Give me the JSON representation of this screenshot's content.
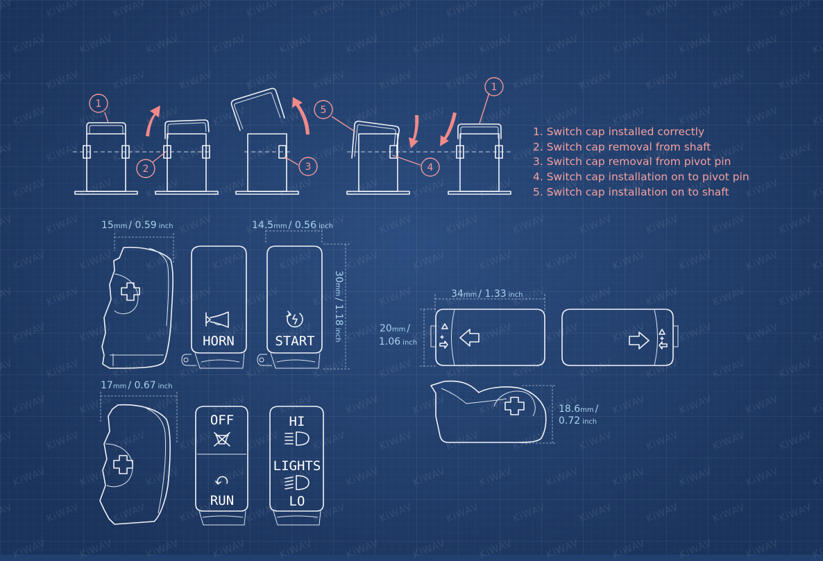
{
  "legend": [
    "1. Switch cap installed correctly",
    "2. Switch cap removal from shaft",
    "3. Switch cap removal from pivot pin",
    "4. Switch cap installation on to pivot pin",
    "5. Switch cap installation on to shaft"
  ],
  "callouts": {
    "c1a": "1",
    "c2": "2",
    "c3": "3",
    "c4": "4",
    "c5": "5",
    "c1b": "1"
  },
  "labels": {
    "horn": "HORN",
    "start": "START",
    "off": "OFF",
    "run": "RUN",
    "hi": "HI",
    "lights": "LIGHTS",
    "lo": "LO"
  },
  "dimensions": {
    "d15_val": "15",
    "d15_unit": "mm",
    "d15_in": "/ 0.59",
    "d15_inu": "inch",
    "d145_val": "14.5",
    "d145_unit": "mm",
    "d145_in": "/ 0.56",
    "d145_inu": "inch",
    "d30_val": "30",
    "d30_unit": "mm",
    "d30_in": "/ 1.18",
    "d30_inu": "inch",
    "d17_val": "17",
    "d17_unit": "mm",
    "d17_in": "/ 0.67",
    "d17_inu": "inch",
    "d34_val": "34",
    "d34_unit": "mm",
    "d34_in": "/ 1.33",
    "d34_inu": "inch",
    "d20_val": "20",
    "d20_unit": "mm",
    "d20_slash": "/",
    "d20_in": "1.06",
    "d20_inu": "inch",
    "d186_val": "18.6",
    "d186_unit": "mm",
    "d186_slash": "/",
    "d186_in": "0.72",
    "d186_inu": "inch"
  },
  "watermark": "KiWAV",
  "colors": {
    "background": "#23416f",
    "accent": "#f29a9a",
    "dimension": "#a9d2ee",
    "line": "#f2f4f8"
  }
}
